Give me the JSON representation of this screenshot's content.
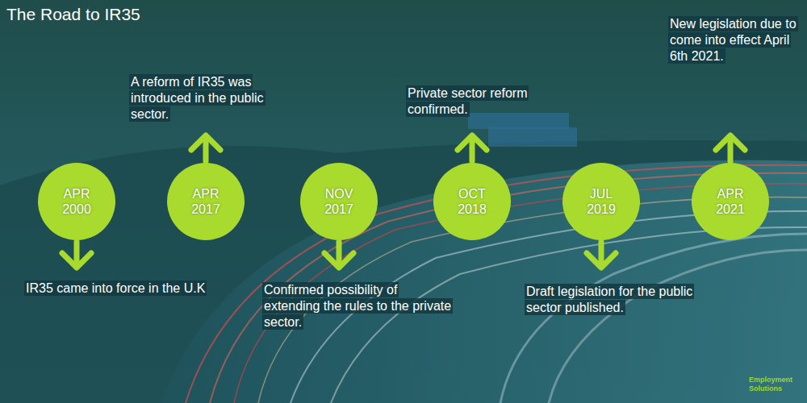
{
  "diagram": {
    "title": "The Road to IR35",
    "nodes": [
      {
        "text": [
          "APR 2000",
          "IR35 came into force in the U.K"
        ]
      },
      {
        "text": [
          "APR 2017",
          "A reform of IR35 was introduced in the public sector."
        ]
      },
      {
        "text": [
          "NOV 2017",
          "Confirmed possibility of extending the rules to the private sector."
        ]
      },
      {
        "text": [
          "OCT 2018",
          "Private sector reform confirmed."
        ]
      },
      {
        "text": [
          "JUL 2019",
          "Draft legislation for the public sector published."
        ]
      },
      {
        "text": [
          "APR 2021",
          "New legislation due to come into effect April 6th 2021."
        ]
      }
    ],
    "labels": [
      "Employment Solutions"
    ]
  }
}
